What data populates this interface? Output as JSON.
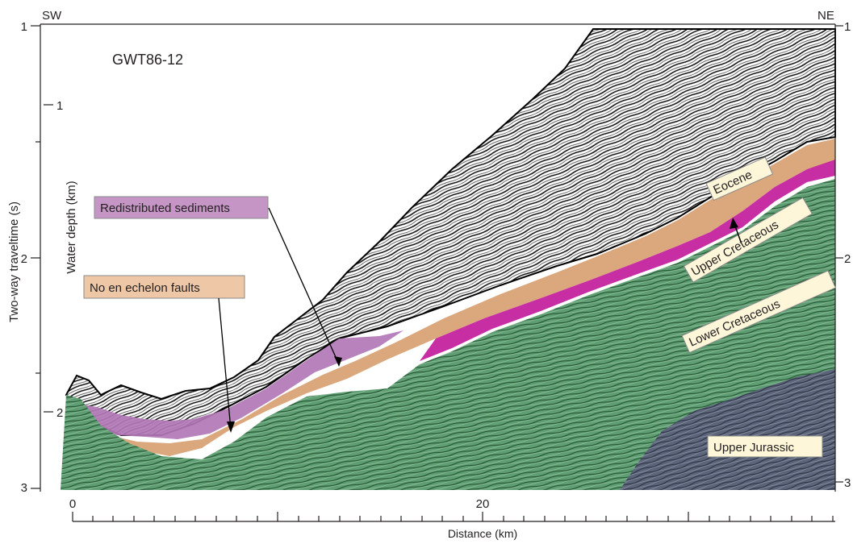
{
  "title": "GWT86-12",
  "directions": {
    "left": "SW",
    "right": "NE"
  },
  "axes": {
    "left_outer_label": "Two-way traveltime (s)",
    "left_outer_ticks": [
      "1",
      "2",
      "3"
    ],
    "left_inner_label": "Water depth (km)",
    "left_inner_ticks": [
      "1",
      "2"
    ],
    "right_ticks": [
      "1",
      "2",
      "3"
    ],
    "bottom_label": "Distance (km)",
    "bottom_ticks": [
      "0",
      "20"
    ]
  },
  "units": {
    "eocene": "Eocene",
    "upper_cretaceous": "Upper Cretaceous",
    "lower_cretaceous": "Lower Cretaceous",
    "upper_jurassic": "Upper Jurassic"
  },
  "callouts": {
    "redistributed": "Redistributed sediments",
    "no_faults": "No en echelon faults"
  },
  "colors": {
    "green_unit": "#5a9e6f",
    "orange_unit": "#d4a074",
    "magenta_unit": "#c0269a",
    "purple_unit": "#a86aa8",
    "blue_unit": "#5a6478",
    "redistributed_box": "#c596c5",
    "faults_box": "#eec8a6",
    "label_box": "#fdf6d8"
  }
}
